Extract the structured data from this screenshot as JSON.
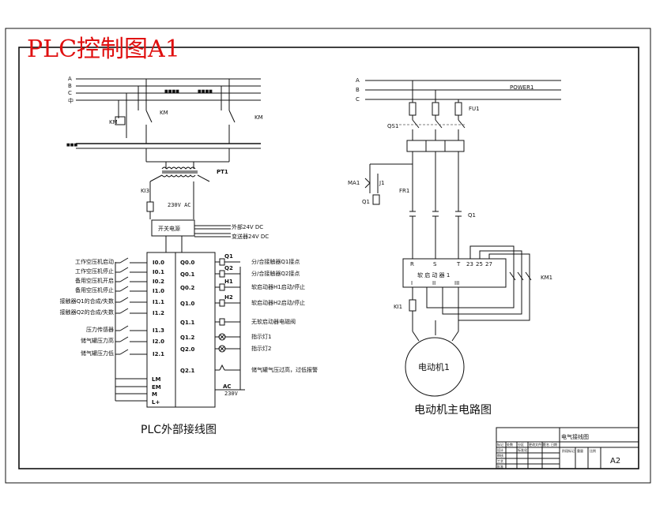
{
  "title": "PLC控制图A1",
  "left_panel": {
    "caption": "PLC外部接线图",
    "bus_labels": [
      "A",
      "B",
      "C",
      "中"
    ],
    "bus_small_1": "■■■■",
    "bus_small_2": "■■■■",
    "ground_bus": "■■■",
    "km_labels": [
      "KM",
      "KM",
      "KM"
    ],
    "transformer": "PT1",
    "ki_label": "KI3",
    "voltage": "230V AC",
    "power_box": "开关电源",
    "external_out_1": "外部24V DC",
    "external_out_2": "变送器24V DC",
    "inputs": [
      {
        "desc": "工作空压机启动",
        "addr": "I0.0"
      },
      {
        "desc": "工作空压机停止",
        "addr": "I0.1"
      },
      {
        "desc": "备用空压机开启",
        "addr": "I0.2"
      },
      {
        "desc": "备用空压机停止",
        "addr": "I1.0"
      },
      {
        "desc": "接触器Q1的合成/失数",
        "addr": "I1.1"
      },
      {
        "desc": "接触器Q2的合成/失数",
        "addr": "I1.2"
      },
      {
        "desc": "压力传感器",
        "addr": "I1.3"
      },
      {
        "desc": "储气罐压力高",
        "addr": "I2.0"
      },
      {
        "desc": "储气罐压力低",
        "addr": "I2.1"
      }
    ],
    "outputs": [
      {
        "addr": "Q0.0",
        "coil": "Q1",
        "desc": "分/合接触器Q1接点"
      },
      {
        "addr": "Q0.1",
        "coil": "Q2",
        "desc": "分/合接触器Q2接点"
      },
      {
        "addr": "Q0.2",
        "coil": "H1",
        "desc": "软启动器H1启动/停止"
      },
      {
        "addr": "Q1.0",
        "coil": "H2",
        "desc": "软启动器H2启动/停止"
      },
      {
        "addr": "Q1.1",
        "coil": "",
        "desc": "无软启动器电磁阀"
      },
      {
        "addr": "Q1.2",
        "coil": "",
        "desc": "指示灯1"
      },
      {
        "addr": "Q2.0",
        "coil": "",
        "desc": "指示灯2"
      },
      {
        "addr": "Q2.1",
        "coil": "",
        "desc": "储气罐气压过高，过低报警"
      }
    ],
    "plc_bottom": [
      "LM",
      "EM",
      "M",
      "L+"
    ],
    "ac_label": "AC",
    "ac_voltage": "230V"
  },
  "right_panel": {
    "caption": "电动机主电路图",
    "bus_labels": [
      "A",
      "B",
      "C"
    ],
    "power_label": "POWER1",
    "fuse_label": "FU1",
    "qs_label": "QS1",
    "ma_label": "MA1",
    "j1_label": "J1",
    "fr_label": "FR1",
    "q1_left": "Q1",
    "q1_right": "Q1",
    "starter_top": [
      "R",
      "S",
      "T",
      "23",
      "25",
      "27"
    ],
    "starter_name": "软 启 动 器  1",
    "starter_bottom": [
      "I",
      "II",
      "III"
    ],
    "km_label": "KM1",
    "ki_label": "KI1",
    "motor": "电动机1"
  },
  "title_block": {
    "drawing_name": "电气接线图",
    "sheet": "A2",
    "small_cells": [
      "标记",
      "处数",
      "分区",
      "更改文件号",
      "签名",
      "日期",
      "设计",
      "标准化",
      "审核",
      "工艺",
      "批准",
      "阶段标记",
      "重量",
      "比例"
    ]
  }
}
